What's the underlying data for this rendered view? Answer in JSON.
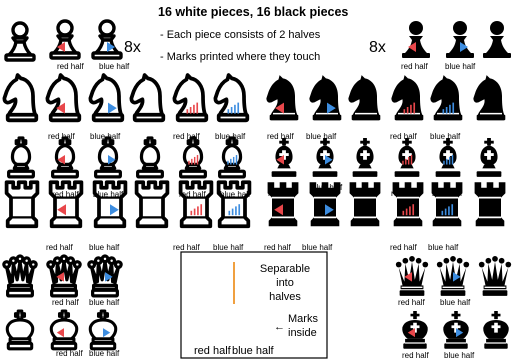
{
  "header": {
    "title": "16 white pieces, 16 black pieces",
    "bullet1": "- Each piece consists of 2 halves",
    "bullet2": "- Marks printed where they touch"
  },
  "multiplier": "8x",
  "half_labels": {
    "red": "red half",
    "blue": "blue half"
  },
  "legend": {
    "separable": [
      "Separable",
      "into",
      "halves"
    ],
    "marks": [
      "Marks",
      "inside"
    ],
    "arrow": "←",
    "red_label": "red half",
    "blue_label": "blue half"
  },
  "colors": {
    "red_mark": "#e8474b",
    "blue_mark": "#3d8de0",
    "divider": "#f0a040"
  },
  "pieces": {
    "white": [
      "pawn",
      "knight",
      "bishop",
      "rook",
      "queen",
      "king"
    ],
    "black": [
      "pawn",
      "knight",
      "bishop",
      "rook",
      "queen",
      "king"
    ]
  }
}
